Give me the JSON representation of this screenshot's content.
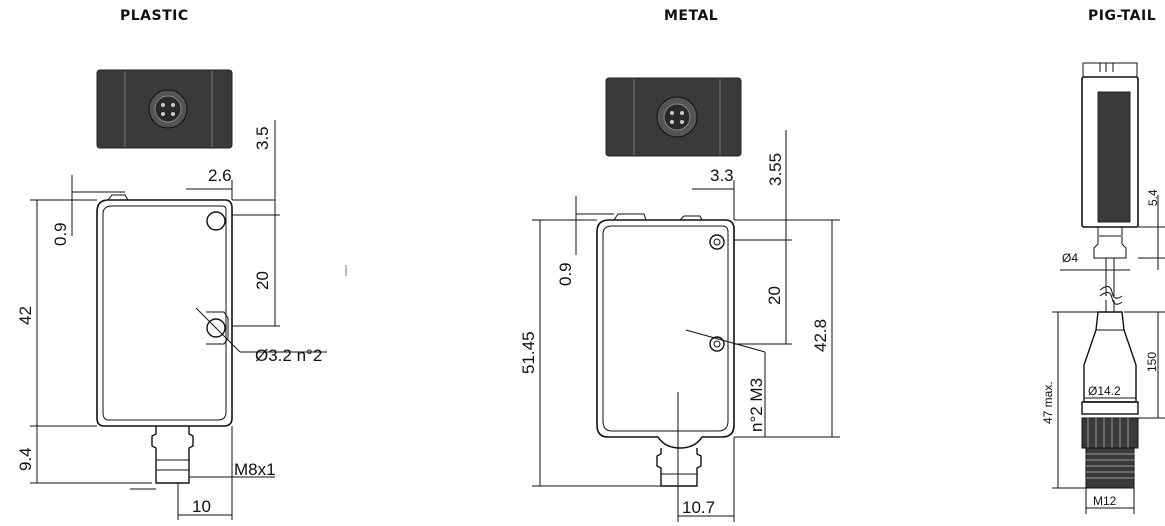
{
  "headers": {
    "plastic": "PLASTIC",
    "metal": "METAL",
    "pigtail": "PIG-TAIL"
  },
  "plastic": {
    "dim_top_offset": "3.5",
    "dim_hole_edge": "2.6",
    "dim_top_gap": "0.9",
    "dim_hole_spacing": "20",
    "dim_height": "42",
    "dim_hole_dia": "Ø3.2 n°2",
    "dim_connector_height": "9.4",
    "dim_thread": "M8x1",
    "dim_width": "10"
  },
  "metal": {
    "dim_top_offset": "3.55",
    "dim_hole_edge": "3.3",
    "dim_top_gap": "0.9",
    "dim_hole_spacing": "20",
    "dim_total_height": "51.45",
    "dim_body_height": "42.8",
    "dim_thread_holes": "n°2 M3",
    "dim_width": "10.7"
  },
  "pigtail": {
    "dim_top": "5.4",
    "dim_cable_dia": "Ø4",
    "dim_connector_length": "47 max.",
    "dim_cable_length": "150",
    "dim_connector_dia": "Ø14.2",
    "dim_thread": "M12"
  },
  "colors": {
    "line": "#111111",
    "body_fill": "#3a3a3a"
  }
}
